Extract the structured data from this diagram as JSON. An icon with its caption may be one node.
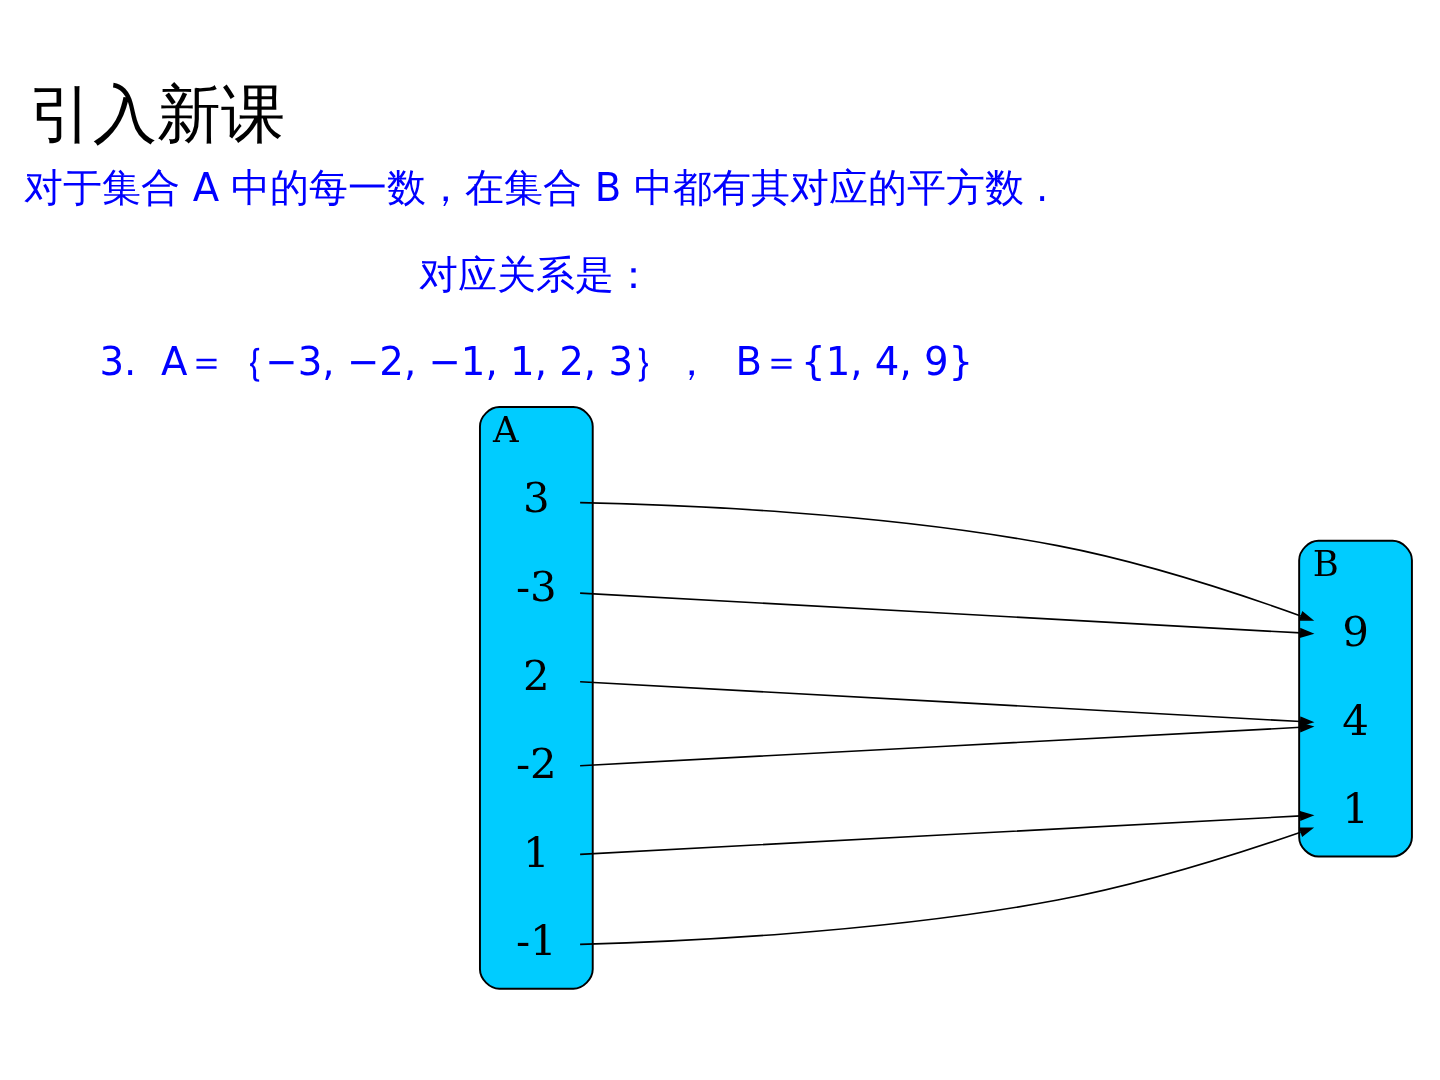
{
  "diagram": {
    "title": "引入新课",
    "nodes": [
      {
        "text": [
          "A"
        ]
      },
      {
        "text": [
          "3"
        ],
        "in": 0
      },
      {
        "text": [
          "-3"
        ],
        "in": 0
      },
      {
        "text": [
          "2"
        ],
        "in": 0
      },
      {
        "text": [
          "-2"
        ],
        "in": 0
      },
      {
        "text": [
          "1"
        ],
        "in": 0
      },
      {
        "text": [
          "-1"
        ],
        "in": 0
      },
      {
        "text": [
          "B"
        ]
      },
      {
        "text": [
          "9"
        ],
        "in": 7
      },
      {
        "text": [
          "4"
        ],
        "in": 7
      },
      {
        "text": [
          "1"
        ],
        "in": 7
      }
    ],
    "edges": [
      {
        "from": 1,
        "to": 8,
        "arrow": "to"
      },
      {
        "from": 2,
        "to": 8,
        "arrow": "to"
      },
      {
        "from": 3,
        "to": 9,
        "arrow": "to"
      },
      {
        "from": 4,
        "to": 9,
        "arrow": "to"
      },
      {
        "from": 5,
        "to": 10,
        "arrow": "to"
      },
      {
        "from": 6,
        "to": 10,
        "arrow": "to"
      }
    ],
    "labels": [
      "3.  A＝｛−3, −2, −1, 1, 2, 3｝，  B＝{1, 4, 9}",
      "对应关系是：",
      "对于集合 A 中的每一数，在集合 B 中都有其对应的平方数 ."
    ]
  }
}
